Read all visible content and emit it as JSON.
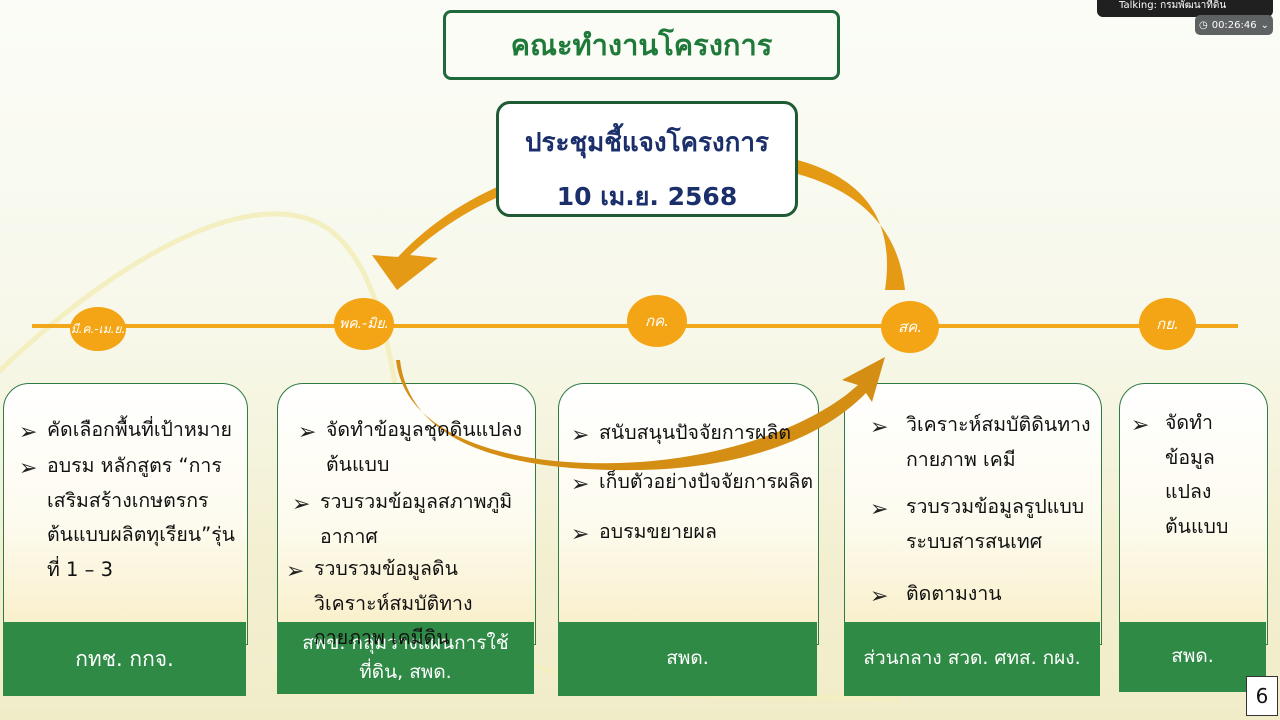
{
  "title": "คณะทำงานโครงการ",
  "meeting": {
    "title": "ประชุมชี้แจงโครงการ",
    "date": "10 เม.ย. 2568"
  },
  "timeline": {
    "months": [
      "มี.ค.-เม.ย.",
      "พค.-มิย.",
      "กค.",
      "สค.",
      "กย."
    ]
  },
  "columns": [
    {
      "items": [
        "คัดเลือกพื้นที่เป้าหมาย",
        "อบรม หลักสูตร “การเสริมสร้างเกษตรกรต้นแบบผลิตทุเรียน”รุ่นที่ 1 – 3"
      ],
      "footer": "กทช. กกจ."
    },
    {
      "items": [
        "จัดทำข้อมูลชุดดินแปลงต้นแบบ",
        "รวบรวมข้อมูลสภาพภูมิอากาศ",
        "รวบรวมข้อมูลดินวิเคราะห์สมบัติทางกายภาพ เคมีดิน"
      ],
      "footer": "สพข. กลุ่มวางแผนการใช้ที่ดิน, สพด."
    },
    {
      "items": [
        "สนับสนุนปัจจัยการผลิต",
        "เก็บตัวอย่างปัจจัยการผลิต",
        "อบรมขยายผล"
      ],
      "footer": "สพด."
    },
    {
      "items": [
        "วิเคราะห์สมบัติดินทางกายภาพ เคมี",
        "รวบรวมข้อมูลรูปแบบระบบสารสนเทศ",
        "ติดตามงาน"
      ],
      "footer": "ส่วนกลาง สวด. ศทส. กผง."
    },
    {
      "items": [
        "จัดทำข้อมูลแปลงต้นแบบ"
      ],
      "footer": "สพด."
    }
  ],
  "overlay": {
    "talking": "Talking: กรมพัฒนาที่ดิน",
    "timer": "00:26:46"
  },
  "page_number": "6",
  "colors": {
    "accent_green": "#2f8a45",
    "orange": "#f4a515",
    "navy": "#1b2f6b"
  }
}
